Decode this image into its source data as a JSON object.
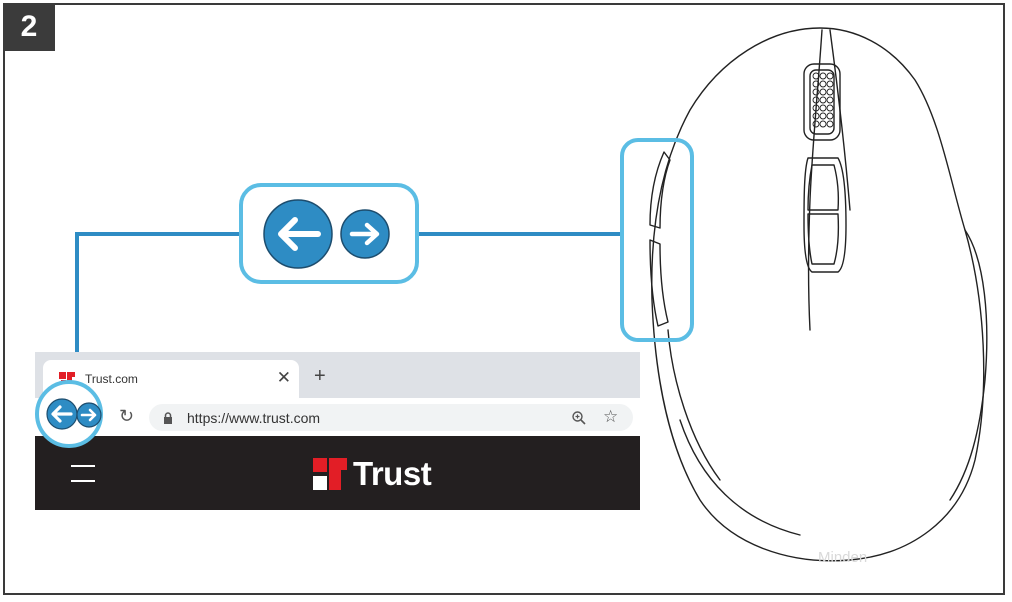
{
  "step": {
    "number": "2"
  },
  "colors": {
    "accent": "#2e8cc4",
    "highlight_border": "#5bbde4",
    "frame": "#3a3a3a",
    "site_header_bg": "#231f20",
    "brand_red": "#e21e26"
  },
  "icons": {
    "back": "back-arrow-icon",
    "forward": "forward-arrow-icon",
    "mouse": "mouse-illustration"
  },
  "browser": {
    "tab": {
      "title": "Trust.com",
      "close_glyph": "✕"
    },
    "new_tab_glyph": "+",
    "reload_glyph": "↻",
    "url": "https://www.trust.com",
    "star_glyph": "☆"
  },
  "site": {
    "logo_text": "Trust"
  },
  "watermark": "Minden"
}
